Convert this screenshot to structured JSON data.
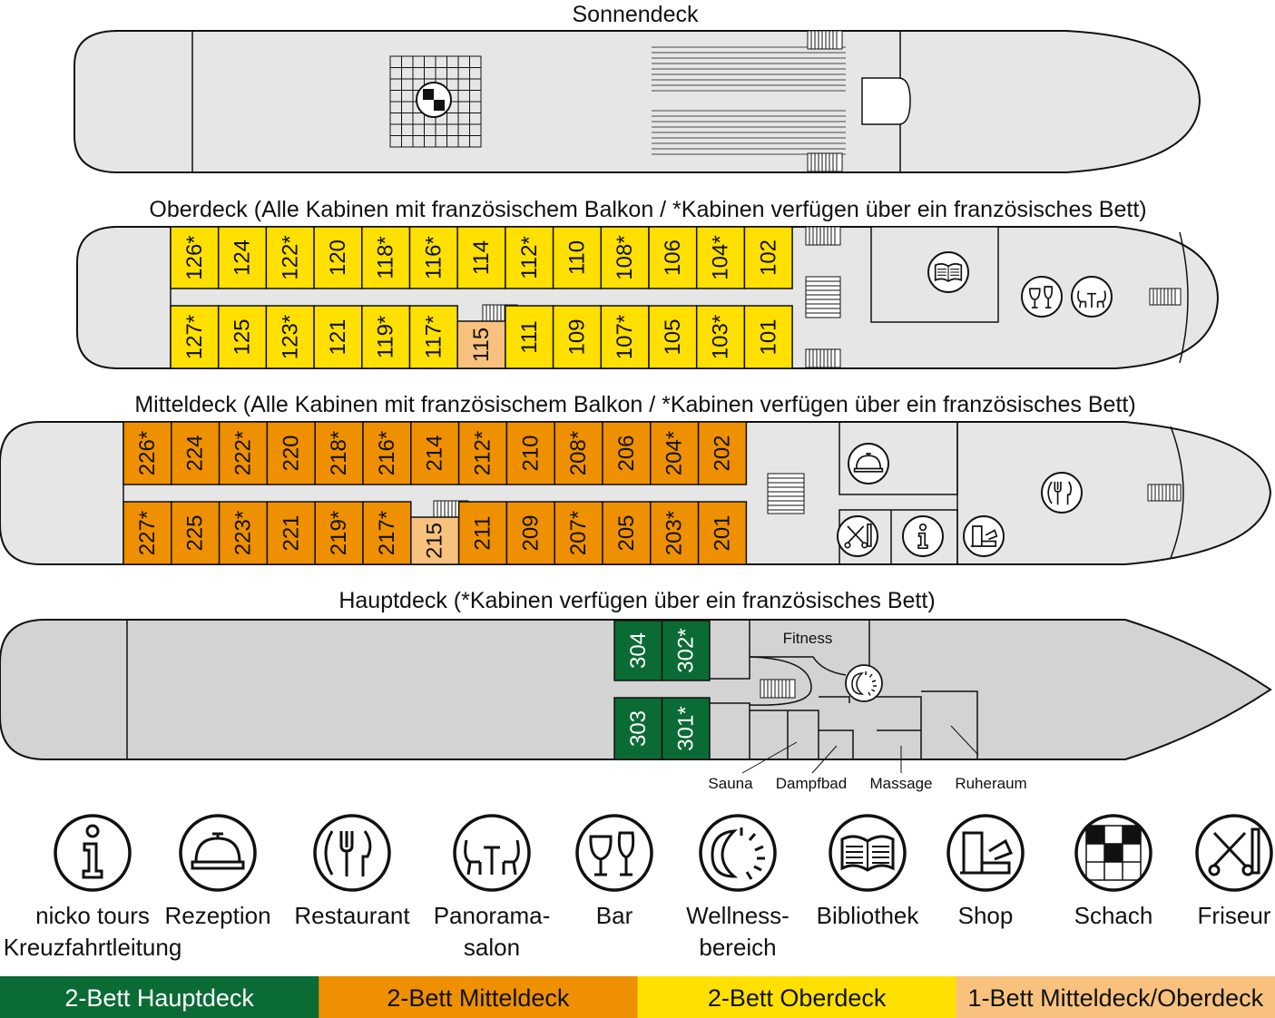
{
  "colors": {
    "hull": "#e6e6e6",
    "hull_dark": "#d3d3d3",
    "outline": "#111111",
    "green": "#0b6b35",
    "orange": "#ee9000",
    "yellow": "#ffe000",
    "peach": "#f8c27e"
  },
  "decks": {
    "sonnendeck": {
      "title": "Sonnendeck"
    },
    "oberdeck": {
      "title": "Oberdeck (Alle Kabinen mit französischem Balkon / *Kabinen verfügen über ein französisches Bett)",
      "top_row": [
        "126*",
        "124",
        "122*",
        "120",
        "118*",
        "116*",
        "114",
        "112*",
        "110",
        "108*",
        "106",
        "104*",
        "102"
      ],
      "bottom_row": [
        "127*",
        "125",
        "123*",
        "121",
        "119*",
        "117*",
        "115",
        "111",
        "109",
        "107*",
        "105",
        "103*",
        "101"
      ],
      "single_cabin": "115"
    },
    "mitteldeck": {
      "title": "Mitteldeck (Alle Kabinen mit französischem Balkon / *Kabinen verfügen über ein französisches Bett)",
      "top_row": [
        "226*",
        "224",
        "222*",
        "220",
        "218*",
        "216*",
        "214",
        "212*",
        "210",
        "208*",
        "206",
        "204*",
        "202"
      ],
      "bottom_row": [
        "227*",
        "225",
        "223*",
        "221",
        "219*",
        "217*",
        "215",
        "211",
        "209",
        "207*",
        "205",
        "203*",
        "201"
      ],
      "single_cabin": "215"
    },
    "hauptdeck": {
      "title": "Hauptdeck (*Kabinen verfügen über ein französisches Bett)",
      "top_row": [
        "304",
        "302*"
      ],
      "bottom_row": [
        "303",
        "301*"
      ],
      "rooms": {
        "fitness": "Fitness",
        "sauna": "Sauna",
        "dampfbad": "Dampfbad",
        "massage": "Massage",
        "ruheraum": "Ruheraum"
      }
    }
  },
  "legend": [
    {
      "icon": "info-icon",
      "label": "nicko tours Kreuzfahrtleitung",
      "lines": [
        "nicko tours",
        "Kreuzfahrtleitung"
      ]
    },
    {
      "icon": "reception-bell-icon",
      "label": "Rezeption",
      "lines": [
        "Rezeption"
      ]
    },
    {
      "icon": "cutlery-plate-icon",
      "label": "Restaurant",
      "lines": [
        "Restaurant"
      ]
    },
    {
      "icon": "lounge-table-icon",
      "label": "Panorama-salon",
      "lines": [
        "Panorama-",
        "salon"
      ]
    },
    {
      "icon": "wine-glasses-icon",
      "label": "Bar",
      "lines": [
        "Bar"
      ]
    },
    {
      "icon": "sun-icon",
      "label": "Wellness-bereich",
      "lines": [
        "Wellness-",
        "bereich"
      ]
    },
    {
      "icon": "open-book-icon",
      "label": "Bibliothek",
      "lines": [
        "Bibliothek"
      ]
    },
    {
      "icon": "cash-register-icon",
      "label": "Shop",
      "lines": [
        "Shop"
      ]
    },
    {
      "icon": "chess-board-icon",
      "label": "Schach",
      "lines": [
        "Schach"
      ]
    },
    {
      "icon": "scissors-comb-icon",
      "label": "Friseur",
      "lines": [
        "Friseur"
      ]
    }
  ],
  "category_bar": [
    {
      "label": "2-Bett Hauptdeck",
      "color": "#0b6b35"
    },
    {
      "label": "2-Bett Mitteldeck",
      "color": "#ee9000"
    },
    {
      "label": "2-Bett Oberdeck",
      "color": "#ffe000"
    },
    {
      "label": "1-Bett Mitteldeck/Oberdeck",
      "color": "#f8c27e"
    }
  ]
}
